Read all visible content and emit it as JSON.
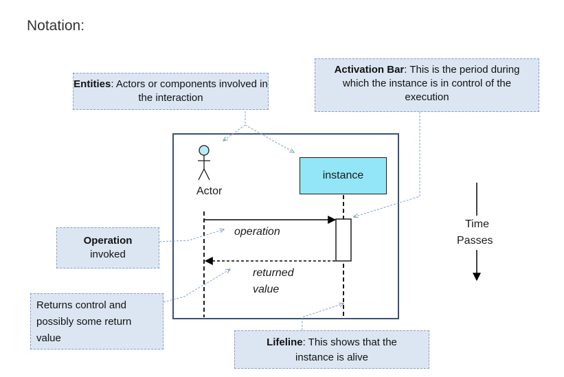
{
  "heading": "Notation:",
  "callouts": {
    "entities": {
      "term": "Entities",
      "text": ":  Actors or components involved in the interaction"
    },
    "activation": {
      "term": "Activation Bar",
      "text": ": This is the period during which the instance is in control of the execution"
    },
    "operation": {
      "term": "Operation",
      "text": "invoked"
    },
    "returns": {
      "text": "Returns control and possibly some return value"
    },
    "lifeline": {
      "term": "Lifeline",
      "text": ": This shows that the instance is alive"
    }
  },
  "diagram": {
    "actor_label": "Actor",
    "instance_label": "instance",
    "operation_label": "operation",
    "returned_label_line1": "returned",
    "returned_label_line2": "value"
  },
  "time": {
    "line1": "Time",
    "line2": "Passes"
  },
  "colors": {
    "callout_fill": "#dce6f2",
    "callout_border": "#7f9fc9",
    "instance_fill": "#92e6f7",
    "actor_head_fill": "#b9ecf7",
    "frame_border": "#3a4f7a",
    "pointer_arrow": "#7f9fc9"
  }
}
